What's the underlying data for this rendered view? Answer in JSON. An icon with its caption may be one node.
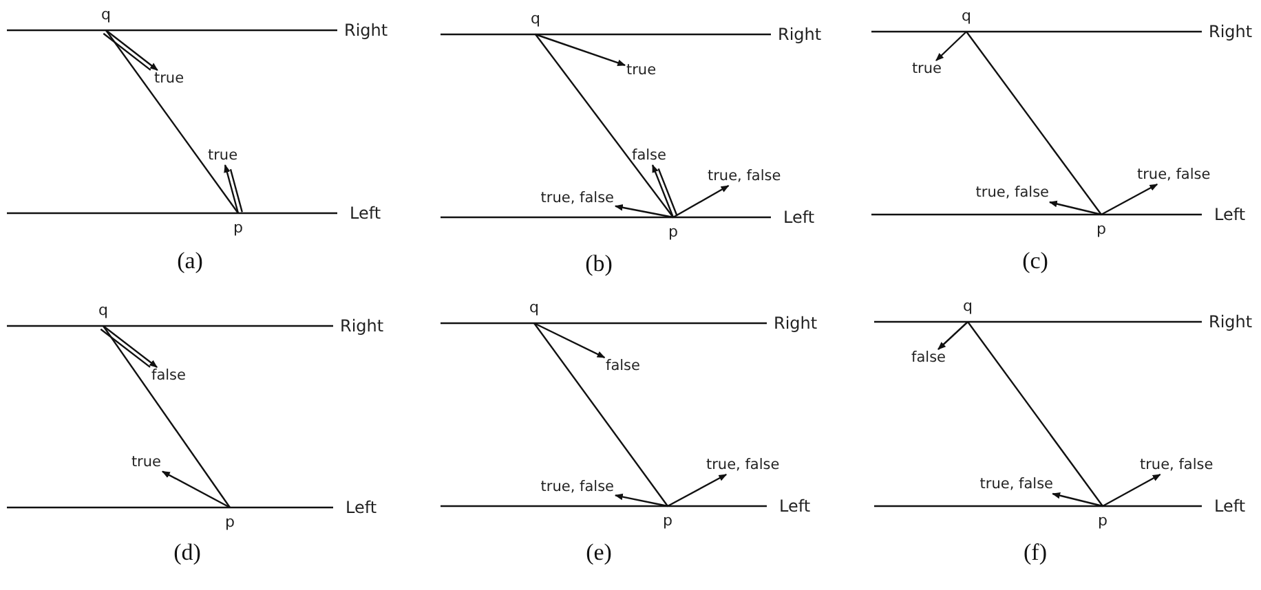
{
  "diagram": {
    "nodes": [
      {
        "text": [
          "q"
        ]
      },
      {
        "text": [
          "p"
        ]
      },
      {
        "text": [
          "true"
        ]
      },
      {
        "text": [
          "true"
        ]
      },
      {
        "text": [
          "q"
        ]
      },
      {
        "text": [
          "p"
        ]
      },
      {
        "text": [
          "true"
        ]
      },
      {
        "text": [
          "false"
        ]
      },
      {
        "text": [
          "true, false"
        ]
      },
      {
        "text": [
          "true, false"
        ]
      },
      {
        "text": [
          "q"
        ]
      },
      {
        "text": [
          "p"
        ]
      },
      {
        "text": [
          "true"
        ]
      },
      {
        "text": [
          "true, false"
        ]
      },
      {
        "text": [
          "true, false"
        ]
      },
      {
        "text": [
          "q"
        ]
      },
      {
        "text": [
          "p"
        ]
      },
      {
        "text": [
          "false"
        ]
      },
      {
        "text": [
          "true"
        ]
      },
      {
        "text": [
          "q"
        ]
      },
      {
        "text": [
          "p"
        ]
      },
      {
        "text": [
          "false"
        ]
      },
      {
        "text": [
          "true, false"
        ]
      },
      {
        "text": [
          "true, false"
        ]
      },
      {
        "text": [
          "q"
        ]
      },
      {
        "text": [
          "p"
        ]
      },
      {
        "text": [
          "false"
        ]
      },
      {
        "text": [
          "true, false"
        ]
      },
      {
        "text": [
          "true, false"
        ]
      }
    ],
    "edges": [
      {
        "from": 0,
        "to": 1,
        "arrow": "none"
      },
      {
        "from": 0,
        "to": 2,
        "arrow": "to"
      },
      {
        "from": 1,
        "to": 3,
        "arrow": "to"
      },
      {
        "from": 4,
        "to": 5,
        "arrow": "none"
      },
      {
        "from": 4,
        "to": 6,
        "arrow": "to"
      },
      {
        "from": 5,
        "to": 7,
        "arrow": "to"
      },
      {
        "from": 5,
        "to": 8,
        "arrow": "to"
      },
      {
        "from": 5,
        "to": 9,
        "arrow": "to"
      },
      {
        "from": 10,
        "to": 11,
        "arrow": "none"
      },
      {
        "from": 10,
        "to": 12,
        "arrow": "to"
      },
      {
        "from": 11,
        "to": 13,
        "arrow": "to"
      },
      {
        "from": 11,
        "to": 14,
        "arrow": "to"
      },
      {
        "from": 15,
        "to": 16,
        "arrow": "none"
      },
      {
        "from": 15,
        "to": 17,
        "arrow": "to"
      },
      {
        "from": 16,
        "to": 18,
        "arrow": "to"
      },
      {
        "from": 19,
        "to": 20,
        "arrow": "none"
      },
      {
        "from": 19,
        "to": 21,
        "arrow": "to"
      },
      {
        "from": 20,
        "to": 22,
        "arrow": "to"
      },
      {
        "from": 20,
        "to": 23,
        "arrow": "to"
      },
      {
        "from": 24,
        "to": 25,
        "arrow": "none"
      },
      {
        "from": 24,
        "to": 26,
        "arrow": "to"
      },
      {
        "from": 25,
        "to": 27,
        "arrow": "to"
      },
      {
        "from": 25,
        "to": 28,
        "arrow": "to"
      }
    ],
    "labels": [
      "Right",
      "Left",
      "(a)",
      "Right",
      "Left",
      "(b)",
      "Right",
      "Left",
      "(c)",
      "Right",
      "Left",
      "(d)",
      "Right",
      "Left",
      "(e)",
      "Right",
      "Left",
      "(f)"
    ]
  }
}
